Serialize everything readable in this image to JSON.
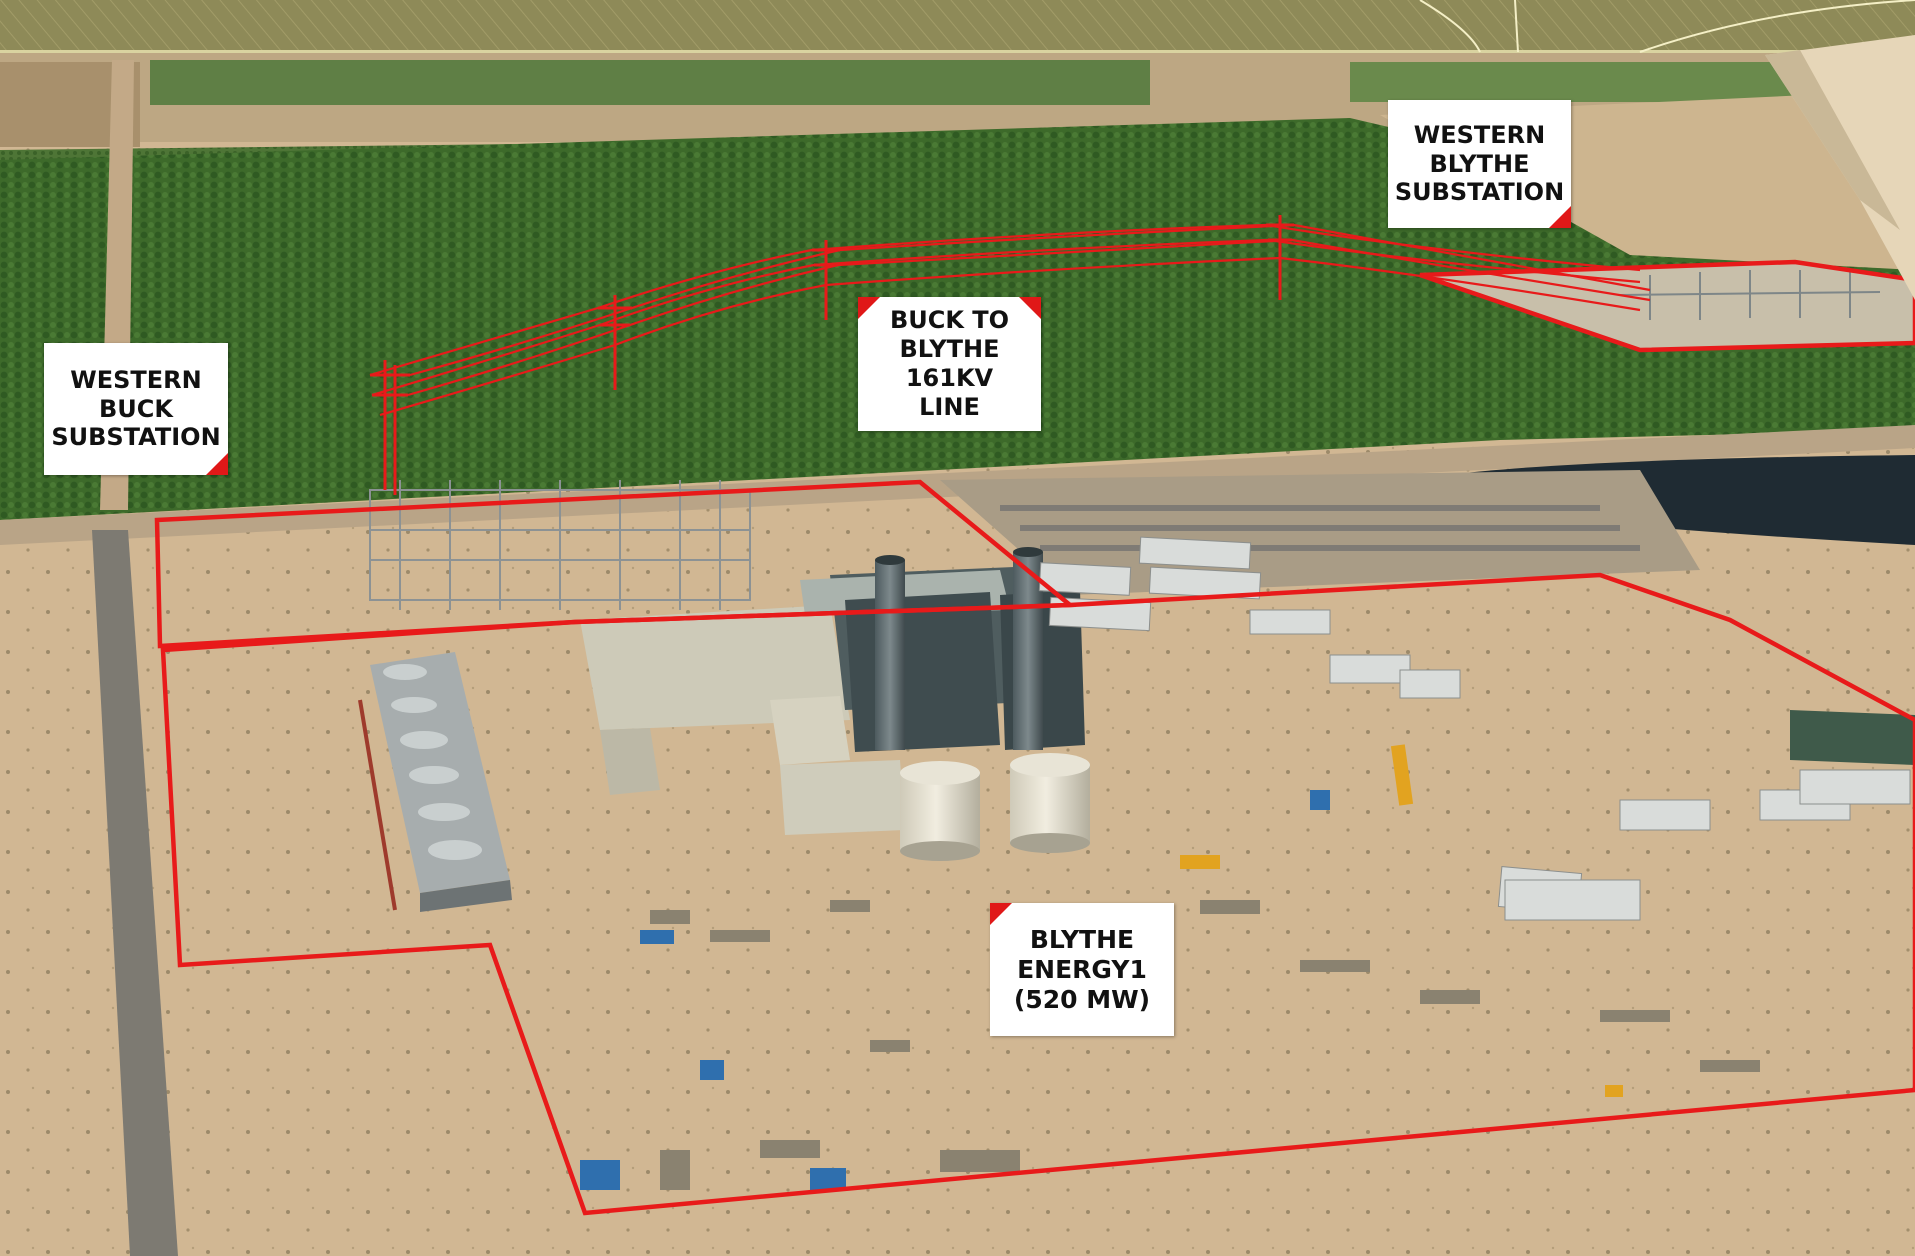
{
  "labels": {
    "western_blythe": "WESTERN\nBLYTHE\nSUBSTATION",
    "western_buck": "WESTERN\nBUCK\nSUBSTATION",
    "line": "BUCK TO\nBLYTHE\n161KV\nLINE",
    "plant": "BLYTHE\nENERGY1\n(520 MW)"
  },
  "colors": {
    "boundary": "#e81a1a",
    "sky_band": "#8f8a5a",
    "orchard": "#3f6b2b",
    "desert": "#cfb592",
    "pond": "#1e2a33"
  }
}
